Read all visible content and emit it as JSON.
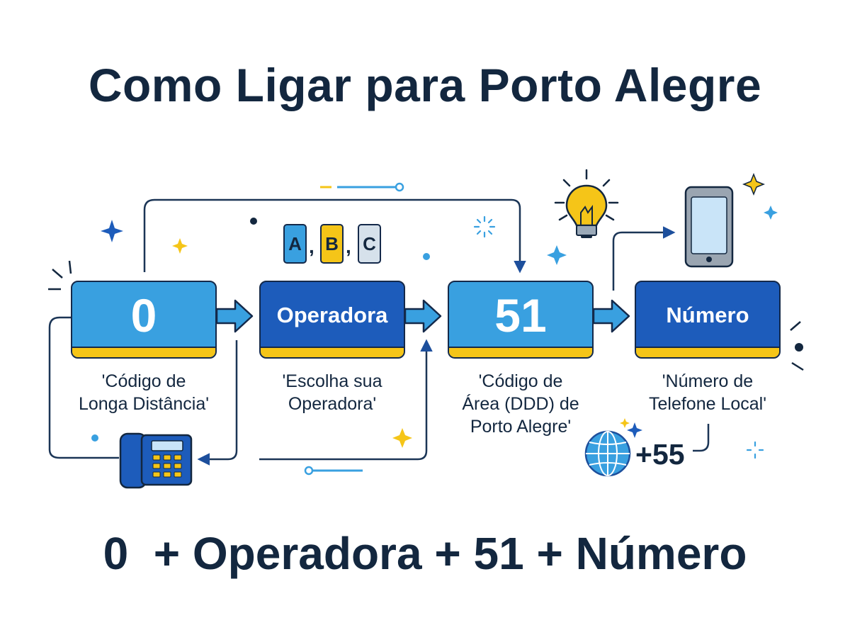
{
  "title": "Como Ligar para Porto Alegre",
  "steps": [
    {
      "code": "0",
      "caption_line1": "'Código de",
      "caption_line2": "Longa Distância'"
    },
    {
      "code": "Operadora",
      "caption_line1": "'Escolha sua",
      "caption_line2": "Operadora'"
    },
    {
      "code": "51",
      "caption_line1": "'Código de",
      "caption_line2": "Área (DDD) de",
      "caption_line3": "Porto Alegre'"
    },
    {
      "code": "Número",
      "caption_line1": "'Número de",
      "caption_line2": "Telefone Local'"
    }
  ],
  "carrier_letters": [
    "A",
    "B",
    "C"
  ],
  "carrier_separator": ",",
  "country_code": "+55",
  "formula": "0  + Operadora + 51 + Número",
  "colors": {
    "light_blue": "#39a0e0",
    "dark_blue": "#1d5cbb",
    "yellow": "#f5c518",
    "navy": "#13273f",
    "gray_tile": "#d6e1eb"
  },
  "icons": [
    "desk-phone-icon",
    "smartphone-icon",
    "light-bulb-icon",
    "globe-icon",
    "sparkle-icon"
  ]
}
